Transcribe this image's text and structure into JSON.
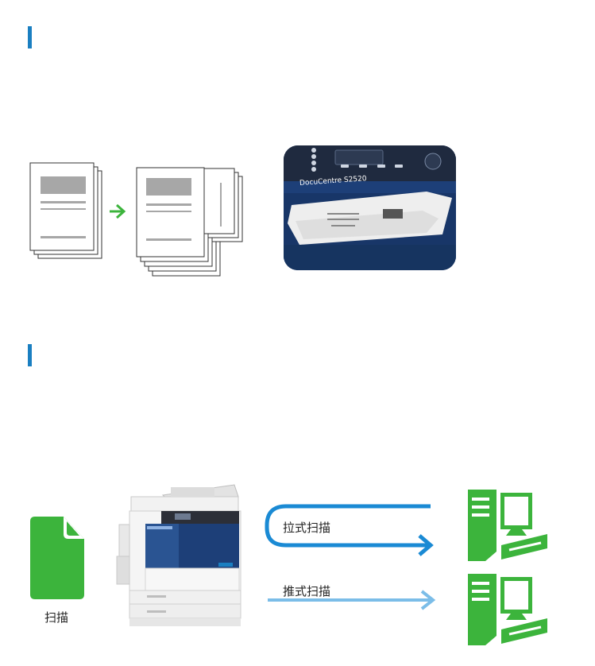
{
  "colors": {
    "accent": "#1a7fc1",
    "green": "#3cb43c",
    "pull_arrow": "#1a8ad4",
    "push_arrow": "#7bbde8",
    "copier_blue": "#1d3f78"
  },
  "section1": {
    "photo_caption": "DocuCentre S2520"
  },
  "section2": {
    "document_label": "扫描",
    "pull_scan_label": "拉式扫描",
    "push_scan_label": "推式扫描"
  },
  "icons": [
    "document-icon",
    "copier-icon",
    "computer-icon"
  ]
}
